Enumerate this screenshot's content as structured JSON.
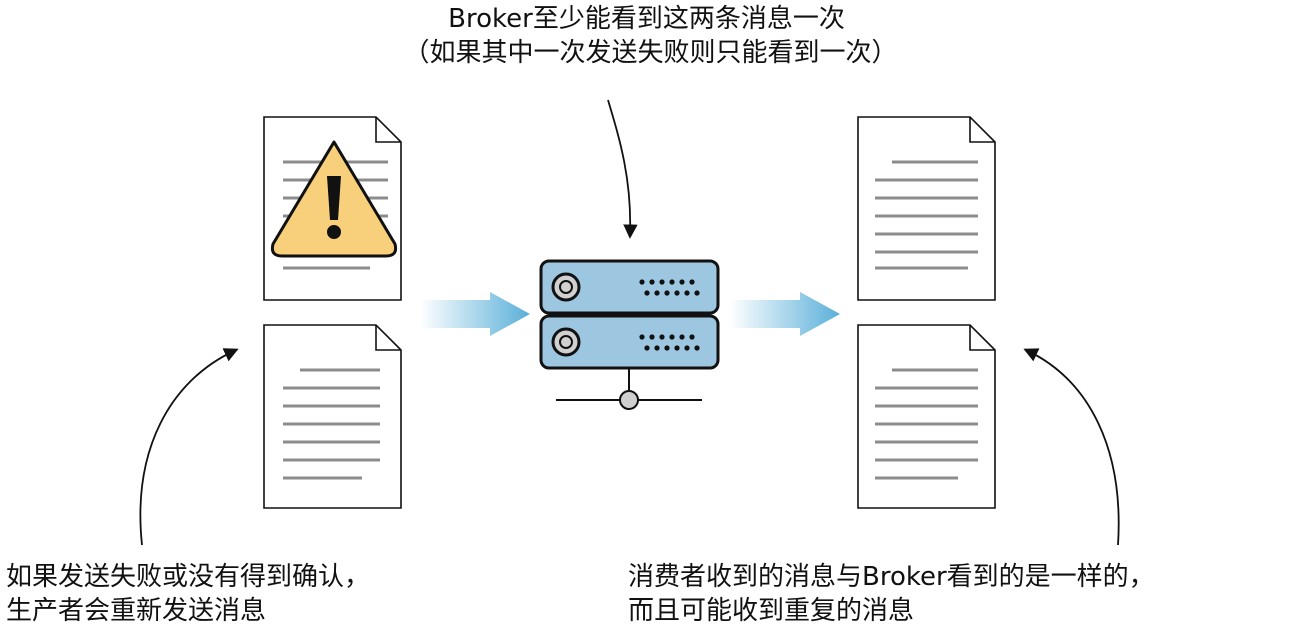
{
  "annotations": {
    "broker_top": {
      "line1": "Broker至少能看到这两条消息一次",
      "line2": "（如果其中一次发送失败则只能看到一次）"
    },
    "producer_note": {
      "line1": "如果发送失败或没有得到确认，",
      "line2": "生产者会重新发送消息"
    },
    "consumer_note": {
      "line1": "消费者收到的消息与Broker看到的是一样的，",
      "line2": "而且可能收到重复的消息"
    }
  },
  "icons": {
    "warning": "warning-icon",
    "document": "document-icon",
    "server": "server-icon",
    "arrow": "flow-arrow-icon"
  },
  "colors": {
    "warning_fill": "#F8D07C",
    "server_fill": "#9DC6E0",
    "server_stroke": "#1a1a1a",
    "arrow_fill": "#5AAFD9",
    "doc_lines": "#8c8c8c",
    "network_node": "#d0d0d0"
  }
}
